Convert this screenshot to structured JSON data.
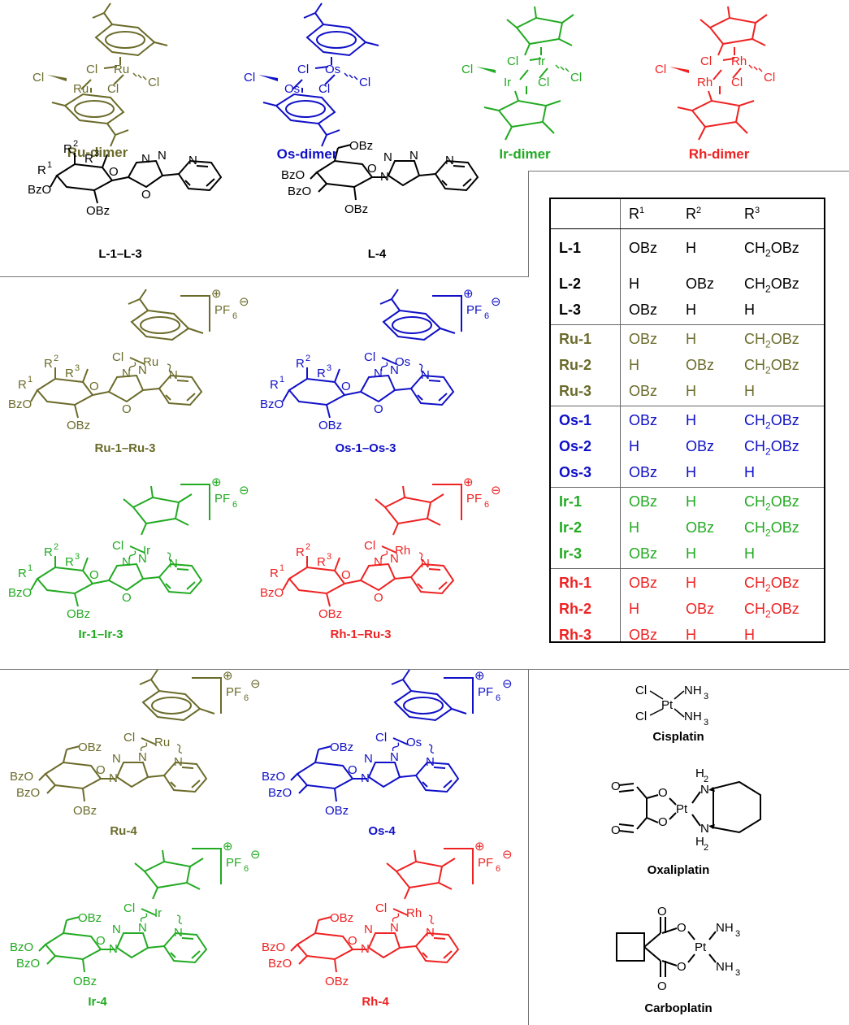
{
  "colors": {
    "ru": "#6b6b2b",
    "os": "#1010c8",
    "ir": "#22aa22",
    "rh": "#ee2222",
    "ligand": "#000000"
  },
  "dimers": [
    {
      "label": "Ru-dimer",
      "metal": "Ru",
      "color": "#6b6b2b"
    },
    {
      "label": "Os-dimer",
      "metal": "Os",
      "color": "#1010c8"
    },
    {
      "label": "Ir-dimer",
      "metal": "Ir",
      "color": "#22aa22"
    },
    {
      "label": "Rh-dimer",
      "metal": "Rh",
      "color": "#ee2222"
    }
  ],
  "ligands": [
    {
      "label": "L-1–L-3"
    },
    {
      "label": "L-4"
    }
  ],
  "complexes_a": [
    {
      "label": "Ru-1–Ru-3",
      "metal": "Ru",
      "color": "#6b6b2b"
    },
    {
      "label": "Os-1–Os-3",
      "metal": "Os",
      "color": "#1010c8"
    },
    {
      "label": "Ir-1–Ir-3",
      "metal": "Ir",
      "color": "#22aa22"
    },
    {
      "label": "Rh-1–Ru-3",
      "metal": "Rh",
      "color": "#ee2222"
    }
  ],
  "complexes_b": [
    {
      "label": "Ru-4",
      "metal": "Ru",
      "color": "#6b6b2b"
    },
    {
      "label": "Os-4",
      "metal": "Os",
      "color": "#1010c8"
    },
    {
      "label": "Ir-4",
      "metal": "Ir",
      "color": "#22aa22"
    },
    {
      "label": "Rh-4",
      "metal": "Rh",
      "color": "#ee2222"
    }
  ],
  "counter_ion": {
    "plus": "⊕",
    "minus": "⊖",
    "pf": "PF",
    "six": "6"
  },
  "atoms": {
    "cl": "Cl",
    "n": "N",
    "o": "O",
    "r1": "R",
    "r2": "R",
    "r3": "R",
    "s1": "1",
    "s2": "2",
    "s3": "3",
    "bzo": "BzO",
    "obz": "OBz",
    "pt": "Pt",
    "nh3": "NH",
    "h2": "H",
    "n3": "N"
  },
  "table": {
    "headers": [
      "",
      "R1",
      "R2",
      "R3"
    ],
    "groups": [
      {
        "color": "#000000",
        "rows": [
          [
            "L-1",
            "OBz",
            "H",
            "CH2OBz"
          ],
          [
            "L-2",
            "H",
            "OBz",
            "CH2OBz"
          ],
          [
            "L-3",
            "OBz",
            "H",
            "H"
          ]
        ]
      },
      {
        "color": "#6b6b2b",
        "rows": [
          [
            "Ru-1",
            "OBz",
            "H",
            "CH2OBz"
          ],
          [
            "Ru-2",
            "H",
            "OBz",
            "CH2OBz"
          ],
          [
            "Ru-3",
            "OBz",
            "H",
            "H"
          ]
        ]
      },
      {
        "color": "#1010c8",
        "rows": [
          [
            "Os-1",
            "OBz",
            "H",
            "CH2OBz"
          ],
          [
            "Os-2",
            "H",
            "OBz",
            "CH2OBz"
          ],
          [
            "Os-3",
            "OBz",
            "H",
            "H"
          ]
        ]
      },
      {
        "color": "#22aa22",
        "rows": [
          [
            "Ir-1",
            "OBz",
            "H",
            "CH2OBz"
          ],
          [
            "Ir-2",
            "H",
            "OBz",
            "CH2OBz"
          ],
          [
            "Ir-3",
            "OBz",
            "H",
            "H"
          ]
        ]
      },
      {
        "color": "#ee2222",
        "rows": [
          [
            "Rh-1",
            "OBz",
            "H",
            "CH2OBz"
          ],
          [
            "Rh-2",
            "H",
            "OBz",
            "CH2OBz"
          ],
          [
            "Rh-3",
            "OBz",
            "H",
            "H"
          ]
        ]
      }
    ]
  },
  "references": [
    {
      "label": "Cisplatin"
    },
    {
      "label": "Oxaliplatin"
    },
    {
      "label": "Carboplatin"
    }
  ]
}
